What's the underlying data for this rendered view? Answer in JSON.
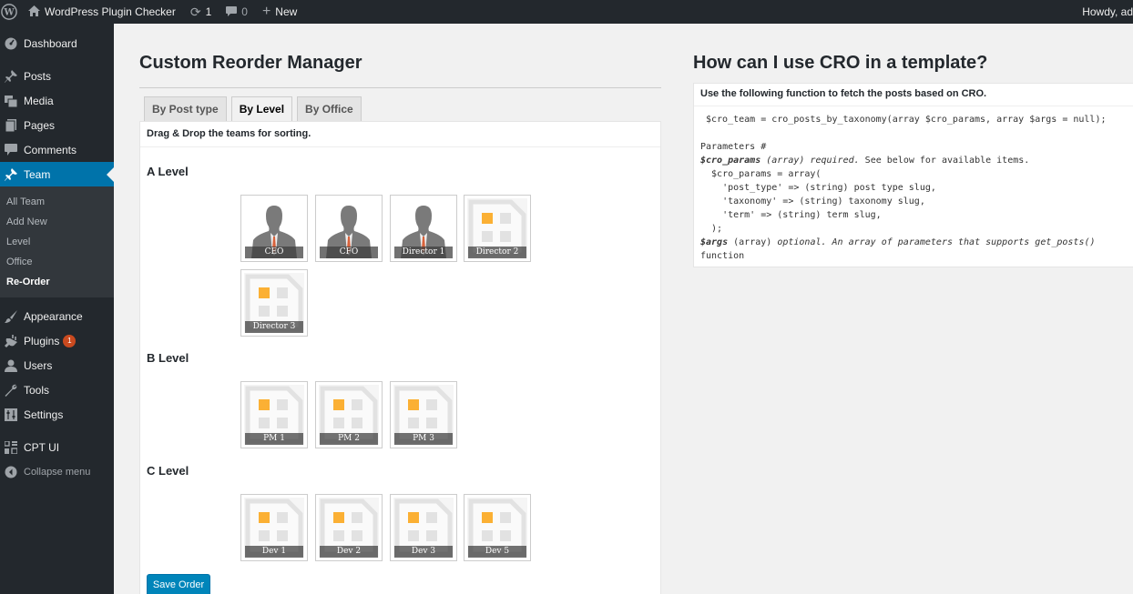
{
  "adminbar": {
    "site_name": "WordPress Plugin Checker",
    "updates_count": "1",
    "comments_count": "0",
    "new_label": "New",
    "greeting": "Howdy, ad"
  },
  "sidebar": {
    "items": [
      {
        "label": "Dashboard",
        "icon": "dashboard-icon"
      },
      {
        "label": "Posts",
        "icon": "pin-icon"
      },
      {
        "label": "Media",
        "icon": "media-icon"
      },
      {
        "label": "Pages",
        "icon": "pages-icon"
      },
      {
        "label": "Comments",
        "icon": "comment-icon"
      },
      {
        "label": "Team",
        "icon": "pin-icon"
      }
    ],
    "team_submenu": [
      "All Team",
      "Add New",
      "Level",
      "Office",
      "Re-Order"
    ],
    "lower_items": [
      {
        "label": "Appearance"
      },
      {
        "label": "Plugins",
        "badge": "1"
      },
      {
        "label": "Users"
      },
      {
        "label": "Tools"
      },
      {
        "label": "Settings"
      },
      {
        "label": "CPT UI"
      }
    ],
    "collapse_label": "Collapse menu"
  },
  "main": {
    "title": "Custom Reorder Manager",
    "tabs": [
      "By Post type",
      "By Level",
      "By Office"
    ],
    "active_tab": "By Level",
    "instruction": "Drag & Drop the teams for sorting.",
    "levels": [
      {
        "title": "A Level",
        "members": [
          {
            "name": "CEO",
            "image": "person"
          },
          {
            "name": "CFO",
            "image": "person"
          },
          {
            "name": "Director 1",
            "image": "person"
          },
          {
            "name": "Director 2",
            "image": "placeholder"
          },
          {
            "name": "Director 3",
            "image": "placeholder"
          }
        ]
      },
      {
        "title": "B Level",
        "members": [
          {
            "name": "PM 1",
            "image": "placeholder"
          },
          {
            "name": "PM 2",
            "image": "placeholder"
          },
          {
            "name": "PM 3",
            "image": "placeholder"
          }
        ]
      },
      {
        "title": "C Level",
        "members": [
          {
            "name": "Dev 1",
            "image": "placeholder"
          },
          {
            "name": "Dev 2",
            "image": "placeholder"
          },
          {
            "name": "Dev 3",
            "image": "placeholder"
          },
          {
            "name": "Dev 5",
            "image": "placeholder"
          }
        ]
      }
    ],
    "save_label": "Save Order"
  },
  "help": {
    "title": "How can I use CRO in a template?",
    "intro": "Use the following function to fetch the posts based on CRO.",
    "code_call": "$cro_team = cro_posts_by_taxonomy(array $cro_params, array $args = null);",
    "params_heading": "Parameters #",
    "param1_name": "$cro_params",
    "param1_type": "(array)",
    "param1_req": "required.",
    "param1_desc": "See below for available items.",
    "array_open": "  $cro_params = array(",
    "line_post_type": "    'post_type' => (string) post type slug,",
    "line_taxonomy": "    'taxonomy' => (string) taxonomy slug,",
    "line_term": "    'term' => (string) term slug,",
    "array_close": "  );",
    "param2_name": "$args",
    "param2_type": "(array)",
    "param2_desc": "optional. An array of parameters that supports get_posts()",
    "param2_desc2": "function"
  },
  "colors": {
    "adminbar_bg": "#23282d",
    "menu_active": "#0073aa",
    "button_primary": "#0085ba",
    "badge": "#ca4a1f",
    "placeholder_accent": "#fbb034"
  }
}
